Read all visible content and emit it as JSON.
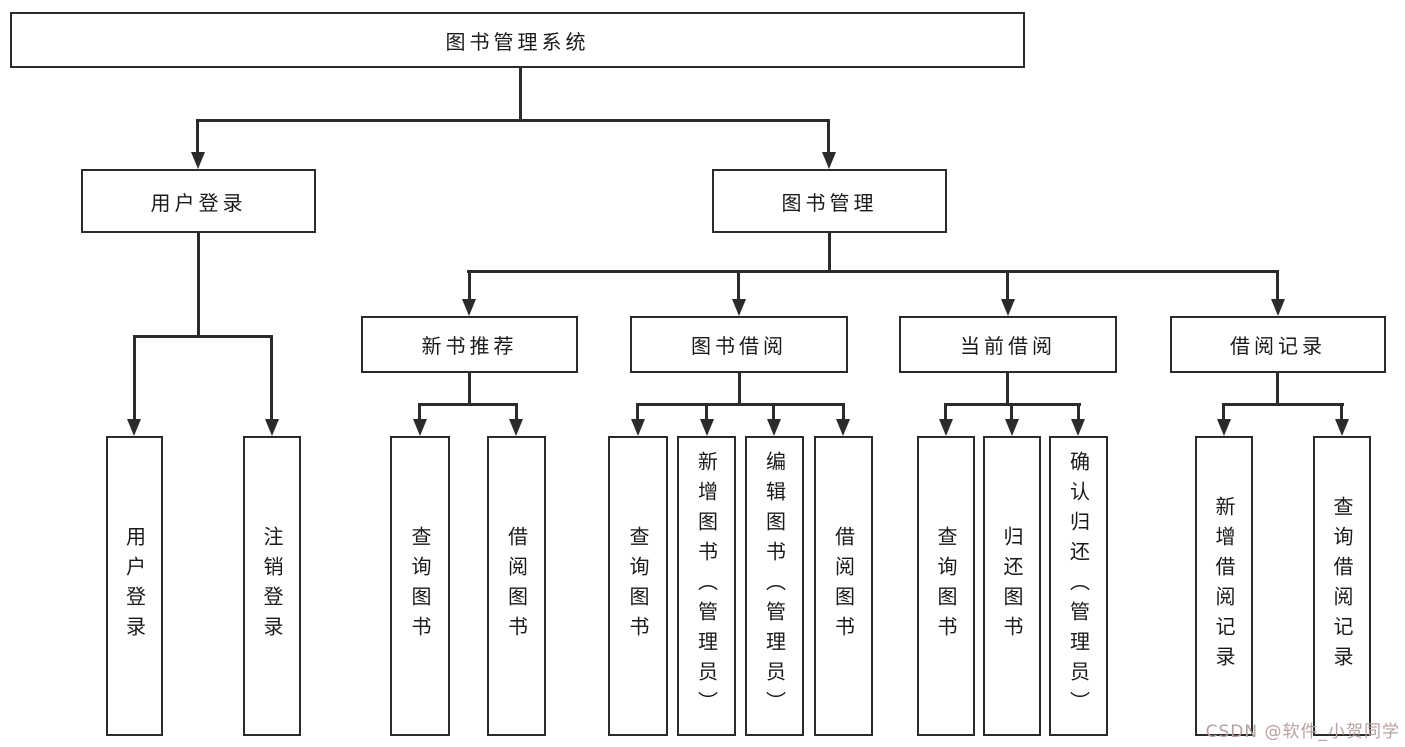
{
  "diagram_title": "图书管理系统",
  "colors": {
    "line": "#2b2b2b",
    "text": "#1a1a1a",
    "background": "#ffffff",
    "watermark": "#b89f9f"
  },
  "watermark": {
    "text": "CSDN @软件_小贺同学"
  },
  "nodes": {
    "root": {
      "label": "图书管理系统"
    },
    "user_login": {
      "label": "用户登录"
    },
    "book_mgmt": {
      "label": "图书管理"
    },
    "new_book_rec": {
      "label": "新书推荐"
    },
    "book_borrow": {
      "label": "图书借阅"
    },
    "current_borrow": {
      "label": "当前借阅"
    },
    "borrow_records": {
      "label": "借阅记录"
    },
    "leaves": {
      "user_login_leaf": {
        "label": "用户登录"
      },
      "logout_leaf": {
        "label": "注销登录"
      },
      "query_books_rec": {
        "label": "查询图书"
      },
      "borrow_books_rec": {
        "label": "借阅图书"
      },
      "query_books_borrow": {
        "label": "查询图书"
      },
      "add_book_admin": {
        "label": "新增图书（管理员）"
      },
      "edit_book_admin": {
        "label": "编辑图书（管理员）"
      },
      "borrow_books_borrow": {
        "label": "借阅图书"
      },
      "query_books_current": {
        "label": "查询图书"
      },
      "return_books": {
        "label": "归还图书"
      },
      "confirm_return_admin": {
        "label": "确认归还（管理员）"
      },
      "add_borrow_record": {
        "label": "新增借阅记录"
      },
      "query_borrow_record": {
        "label": "查询借阅记录"
      }
    }
  }
}
